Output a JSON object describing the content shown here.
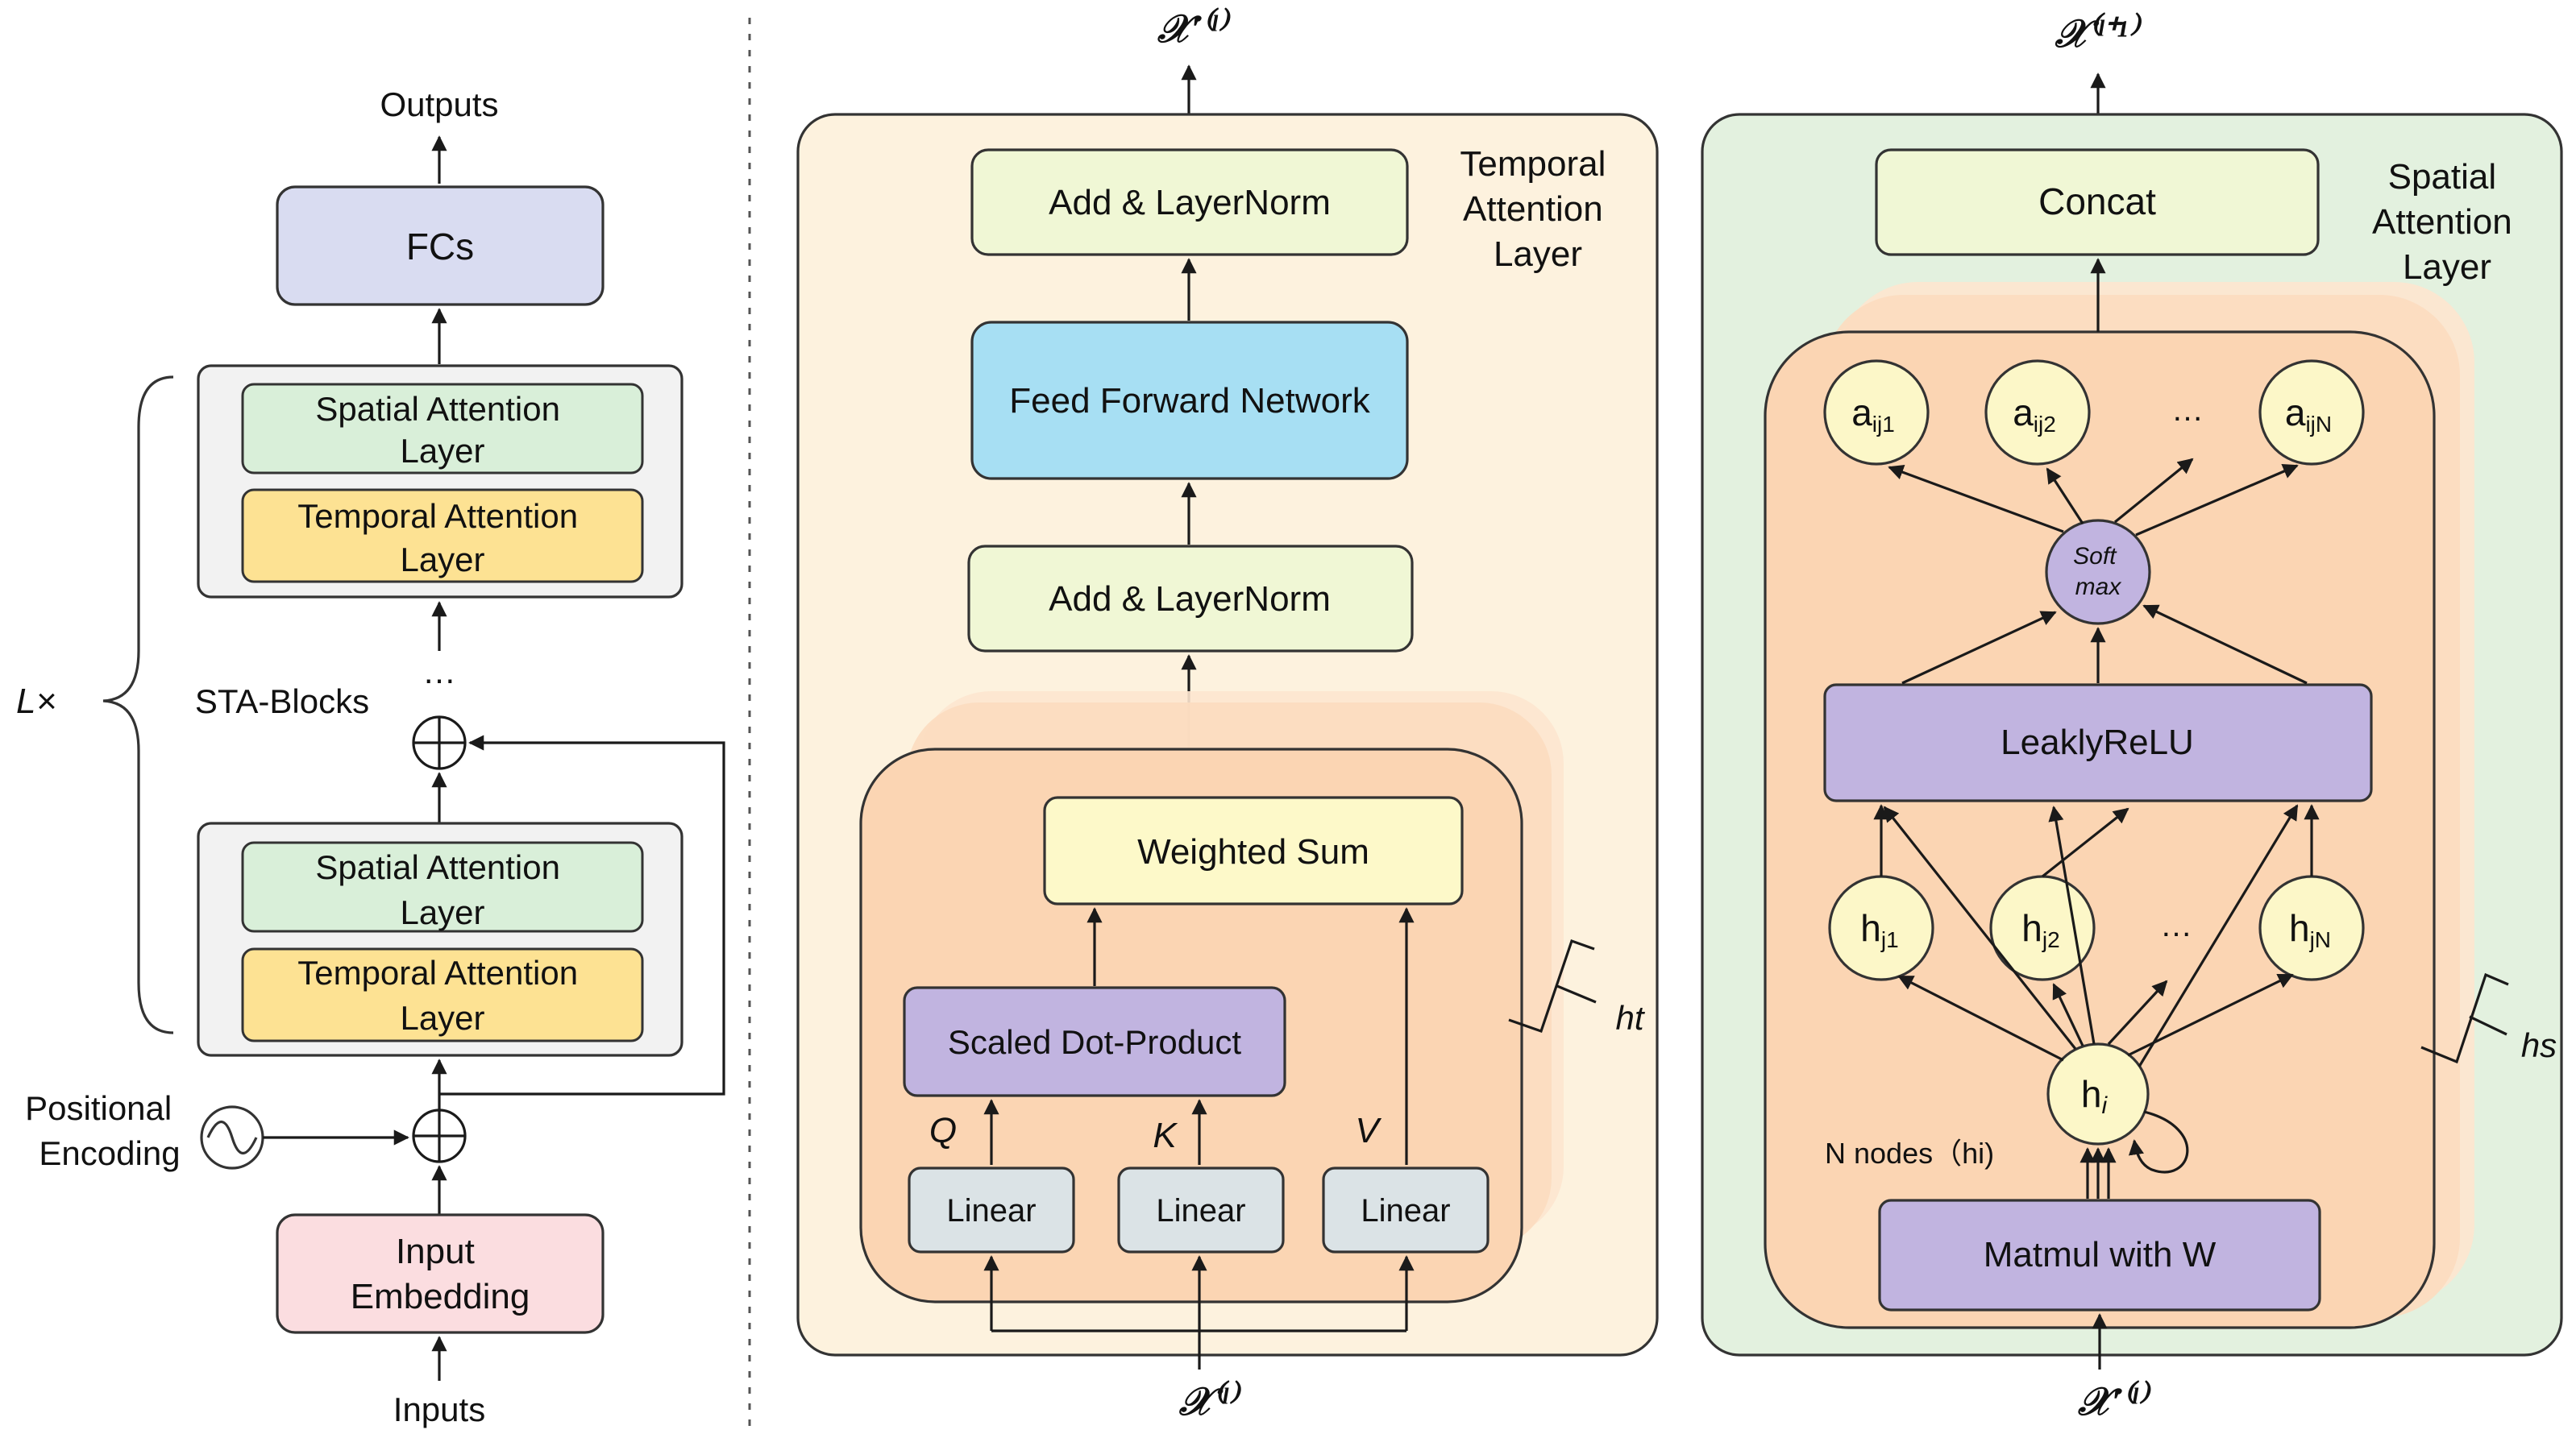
{
  "left": {
    "outputs": "Outputs",
    "fcs": "FCs",
    "block1_spatial": [
      "Spatial Attention",
      "Layer"
    ],
    "block1_temporal": [
      "Temporal Attention",
      "Layer"
    ],
    "dots": "…",
    "sta_blocks": "STA-Blocks",
    "l_times": "L×",
    "block2_spatial": [
      "Spatial Attention",
      "Layer"
    ],
    "block2_temporal": [
      "Temporal Attention",
      "Layer"
    ],
    "positional_encoding": [
      "Positional",
      "Encoding"
    ],
    "input_embedding": [
      "Input",
      "Embedding"
    ],
    "inputs": "Inputs"
  },
  "temporal": {
    "title": [
      "Temporal",
      "Attention",
      "Layer"
    ],
    "output_symbol": "𝒳′⁽ˡ⁾",
    "input_symbol": "𝒳⁽ˡ⁾",
    "add_norm_top": "Add & LayerNorm",
    "ffn": "Feed Forward Network",
    "add_norm_bottom": "Add & LayerNorm",
    "weighted_sum": "Weighted Sum",
    "scaled_dot": "Scaled Dot-Product",
    "q": "Q",
    "k": "K",
    "v": "V",
    "linear_q": "Linear",
    "linear_k": "Linear",
    "linear_v": "Linear",
    "heads": "ht"
  },
  "spatial": {
    "title": [
      "Spatial",
      "Attention",
      "Layer"
    ],
    "output_symbol": "𝒳⁽ˡ⁺¹⁾",
    "input_symbol": "𝒳′⁽ˡ⁾",
    "concat": "Concat",
    "a_nodes": [
      {
        "base": "a",
        "sub": "ij1"
      },
      {
        "base": "a",
        "sub": "ij2"
      },
      {
        "base": "a",
        "sub": "ijN"
      }
    ],
    "a_dots": "…",
    "softmax": [
      "Soft",
      "max"
    ],
    "leaky": "LeaklyReLU",
    "h_nodes": [
      {
        "base": "h",
        "sub": "j1"
      },
      {
        "base": "h",
        "sub": "j2"
      },
      {
        "base": "h",
        "sub": "jN"
      }
    ],
    "h_dots": "…",
    "hi": {
      "base": "h",
      "sub": "i"
    },
    "n_nodes": "N nodes（hi)",
    "matmul": "Matmul with W",
    "heads": "hs"
  },
  "colors": {
    "lavender": "#d9dcf1",
    "block_bg": "#f2f2f2",
    "spatial_green": "#d9efd9",
    "temporal_yellow": "#fde293",
    "embed_pink": "#fbdde0",
    "panel_cream": "#fdf2de",
    "panel_green": "#e3f1df",
    "head_orange": "#fbd5b3",
    "lime": "#f0f7d5",
    "ffn_blue": "#a7dff3",
    "purple": "#c1b4e0",
    "linear_gray": "#dbe3e6",
    "node_yellow": "#fcf7c8",
    "weighted_yellow": "#fdf9c9"
  }
}
